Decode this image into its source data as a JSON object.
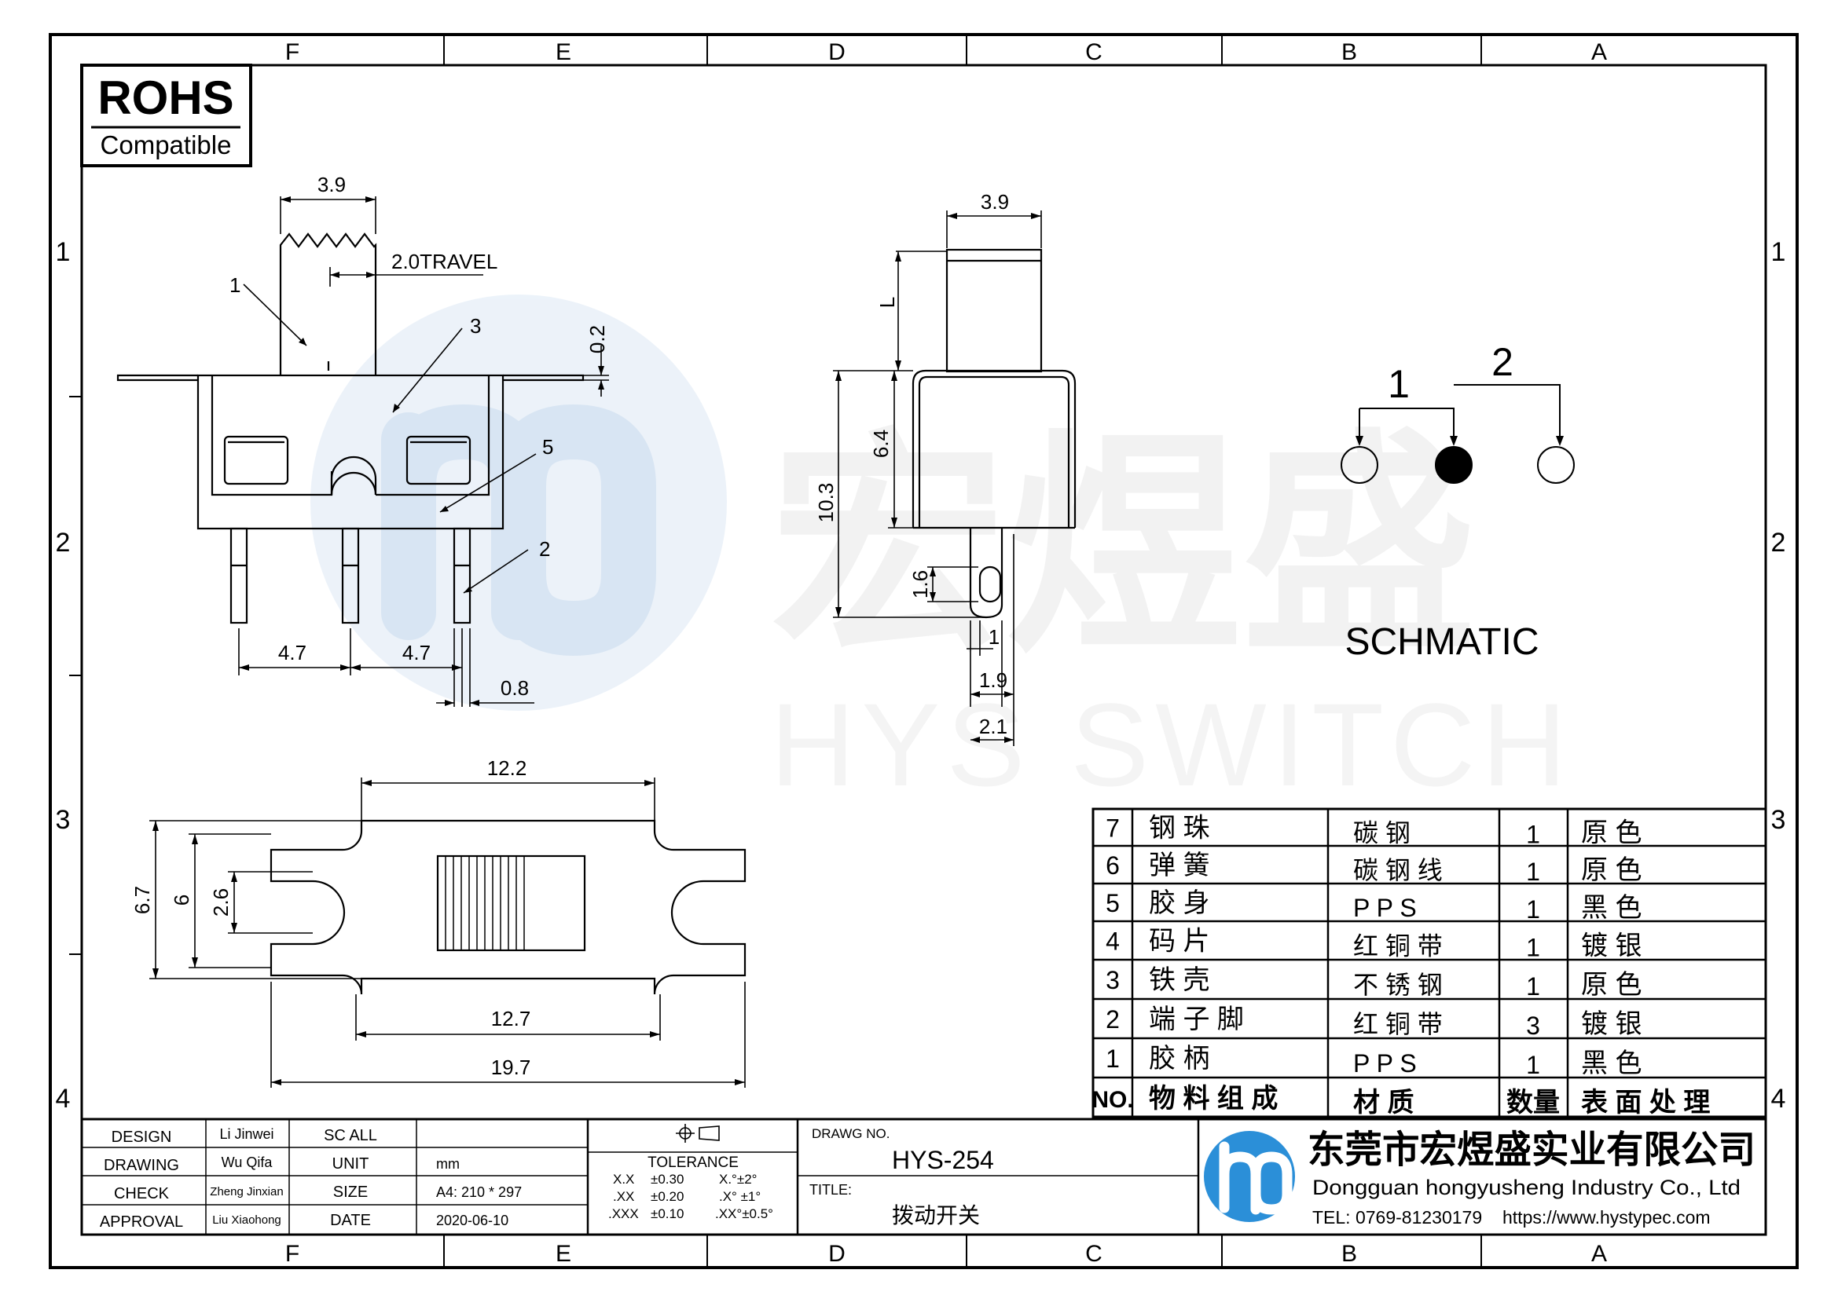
{
  "rohs": {
    "title": "ROHS",
    "subtitle": "Compatible"
  },
  "border": {
    "cols": [
      "F",
      "E",
      "D",
      "C",
      "B",
      "A"
    ],
    "rows": [
      "1",
      "2",
      "3",
      "4"
    ]
  },
  "watermark": {
    "cn": "宏煜盛",
    "en": "HYS SWITCH"
  },
  "front_view": {
    "width_label": "3.9",
    "travel_label": "2.0TRAVEL",
    "thickness_label": "0.2",
    "pitch_left": "4.7",
    "pitch_right": "4.7",
    "pin_width": "0.8",
    "callouts": [
      "1",
      "2",
      "3",
      "5"
    ]
  },
  "side_view": {
    "width_label": "3.9",
    "handle_label": "L",
    "body_height": "6.4",
    "total_height": "10.3",
    "hole_label": "1.6",
    "pin_label": "1",
    "dim_19": "1.9",
    "dim_21": "2.1"
  },
  "schematic": {
    "pin1": "1",
    "pin2": "2",
    "label": "SCHMATIC"
  },
  "bottom_view": {
    "top_width": "12.2",
    "height_outer": "6.7",
    "height_inner": "6",
    "slot": "2.6",
    "mid_width": "12.7",
    "total_width": "19.7"
  },
  "bom": {
    "rows": [
      {
        "no": "7",
        "part": "钢 珠",
        "material": "碳 钢",
        "qty": "1",
        "finish": "原 色"
      },
      {
        "no": "6",
        "part": "弹 簧",
        "material": "碳 钢 线",
        "qty": "1",
        "finish": "原 色"
      },
      {
        "no": "5",
        "part": "胶 身",
        "material": "P P S",
        "qty": "1",
        "finish": "黑 色"
      },
      {
        "no": "4",
        "part": "码 片",
        "material": "红 铜 带",
        "qty": "1",
        "finish": "镀 银"
      },
      {
        "no": "3",
        "part": "铁 壳",
        "material": "不 锈 钢",
        "qty": "1",
        "finish": "原 色"
      },
      {
        "no": "2",
        "part": "端 子 脚",
        "material": "红 铜 带",
        "qty": "3",
        "finish": "镀 银"
      },
      {
        "no": "1",
        "part": "胶 柄",
        "material": "P P S",
        "qty": "1",
        "finish": "黑 色"
      }
    ],
    "header": {
      "no": "NO.",
      "part": "物 料 组 成",
      "material": "材 质",
      "qty": "数量",
      "finish": "表 面 处 理"
    }
  },
  "title_block": {
    "labels": [
      "DESIGN",
      "DRAWING",
      "CHECK",
      "APPROVAL"
    ],
    "names": [
      "Li Jinwei",
      "Wu Qifa",
      "Zheng Jinxian",
      "Liu Xiaohong"
    ],
    "fields": [
      "SC ALL",
      "UNIT",
      "SIZE",
      "DATE"
    ],
    "values": [
      "",
      "mm",
      "A4: 210 * 297",
      "2020-06-10"
    ],
    "tolerance_title": "TOLERANCE",
    "tolerances": [
      {
        "a": "X.X",
        "b": "±0.30",
        "c": "X.°±2°"
      },
      {
        "a": ".XX",
        "b": "±0.20",
        "c": ".X° ±1°"
      },
      {
        "a": ".XXX",
        "b": "±0.10",
        "c": ".XX°±0.5°"
      }
    ],
    "drawg_no_label": "DRAWG NO.",
    "drawg_no": "HYS-254",
    "title_label": "TITLE:",
    "title": "拨动开关"
  },
  "company": {
    "name_cn": "东莞市宏煜盛实业有限公司",
    "name_en": "Dongguan hongyusheng Industry Co., Ltd",
    "tel": "TEL: 0769-81230179",
    "url": "https://www.hystypec.com"
  }
}
